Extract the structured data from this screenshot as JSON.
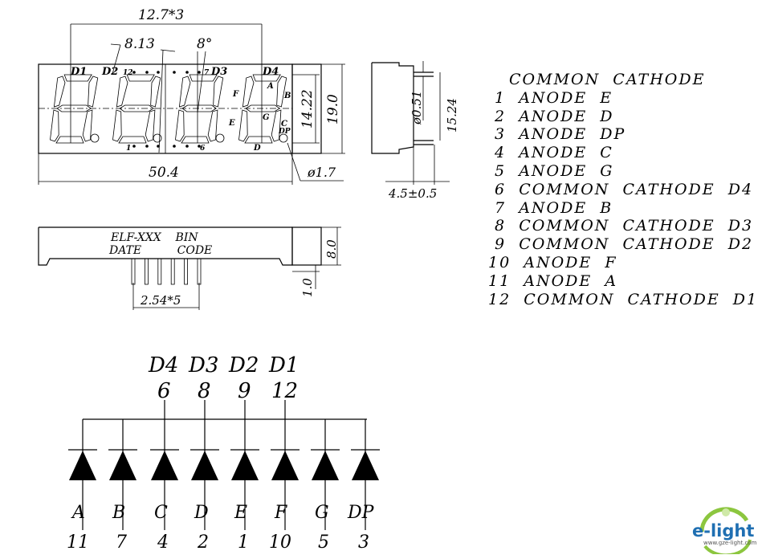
{
  "front_view": {
    "dim_pitch": "12.7*3",
    "dim_digit_width": "8.13",
    "dim_slant": "8°",
    "dim_digit_height": "14.22",
    "dim_height": "19.0",
    "dim_width": "50.4",
    "dim_dp": "ø1.7",
    "digit_labels": [
      "D1",
      "D2",
      "D3",
      "D4"
    ],
    "segment_labels": {
      "a": "A",
      "b": "B",
      "c": "C",
      "d": "D",
      "e": "E",
      "f": "F",
      "g": "G",
      "dp": "DP"
    },
    "pin_marks": {
      "p12": "12",
      "p7": "7",
      "p1": "1",
      "p6": "6"
    }
  },
  "side_view": {
    "dim_pin": "ø0.51",
    "dim_body": "15.24",
    "dim_offset": "4.5±0.5"
  },
  "bottom_view": {
    "marking_line1": "ELF-XXX    BIN",
    "marking_line2": "DATE          CODE",
    "dim_pitch": "2.54*5",
    "dim_height": "8.0",
    "dim_standoff": "1.0"
  },
  "pinout": {
    "title": "COMMON  CATHODE",
    "rows": [
      " 1  ANODE  E",
      " 2  ANODE  D",
      " 3  ANODE  DP",
      " 4  ANODE  C",
      " 5  ANODE  G",
      " 6  COMMON  CATHODE  D4",
      " 7  ANODE  B",
      " 8  COMMON  CATHODE  D3",
      " 9  COMMON  CATHODE  D2",
      "10  ANODE  F",
      "11  ANODE  A",
      "12  COMMON  CATHODE  D1"
    ]
  },
  "schematic": {
    "commons": [
      {
        "label": "D4",
        "pin": "6"
      },
      {
        "label": "D3",
        "pin": "8"
      },
      {
        "label": "D2",
        "pin": "9"
      },
      {
        "label": "D1",
        "pin": "12"
      }
    ],
    "anodes": [
      {
        "label": "A",
        "pin": "11"
      },
      {
        "label": "B",
        "pin": "7"
      },
      {
        "label": "C",
        "pin": "4"
      },
      {
        "label": "D",
        "pin": "2"
      },
      {
        "label": "E",
        "pin": "1"
      },
      {
        "label": "F",
        "pin": "10"
      },
      {
        "label": "G",
        "pin": "5"
      },
      {
        "label": "DP",
        "pin": "3"
      }
    ]
  },
  "logo": {
    "name": "e-light",
    "url_text": "www.gze-light.com",
    "colors": {
      "green": "#8cc63f",
      "blue": "#1f6fb2"
    }
  }
}
